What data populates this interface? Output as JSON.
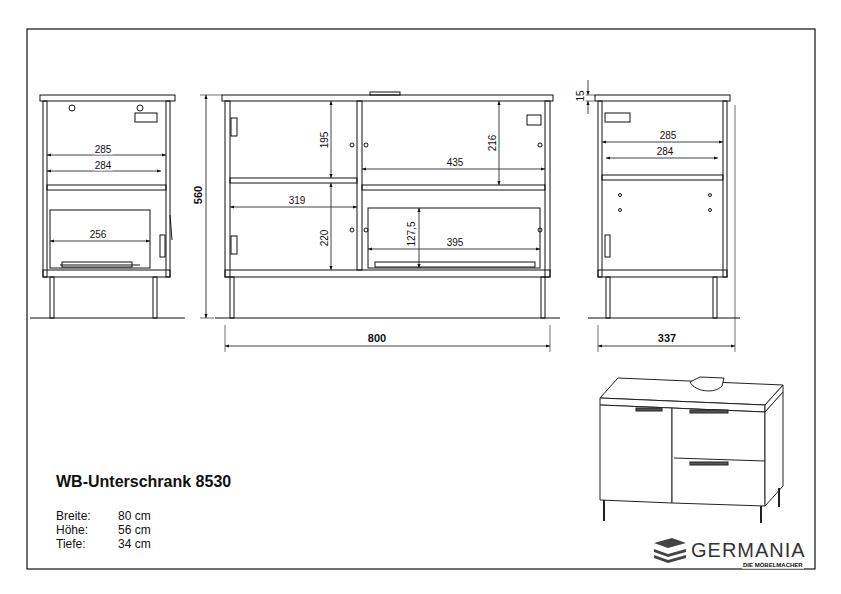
{
  "diagram": {
    "title": "WB-Unterschrank 8530",
    "labels": [
      "285",
      "284",
      "256",
      "195",
      "216",
      "435",
      "319",
      "220",
      "127,5",
      "395",
      "560",
      "800",
      "15",
      "285",
      "284",
      "337",
      "Breite:",
      "80 cm",
      "Höhe:",
      "56 cm",
      "Tiefe:",
      "34 cm",
      "GERMANIA",
      "DIE MÖBELMACHER"
    ]
  }
}
